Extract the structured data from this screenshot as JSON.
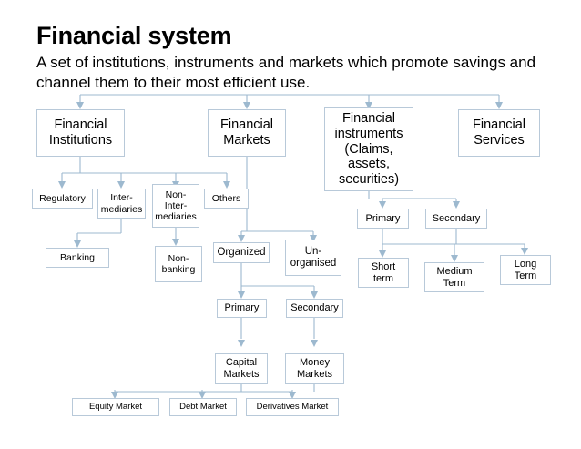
{
  "title": "Financial system",
  "subtitle": "A set of institutions, instruments and markets which promote savings and channel them to their most efficient use.",
  "nodes": {
    "financial_institutions": "Financial Institutions",
    "financial_markets": "Financial Markets",
    "financial_instruments": "Financial instruments (Claims, assets, securities)",
    "financial_services": "Financial Services",
    "regulatory": "Regulatory",
    "intermediaries": "Inter-mediaries",
    "non_intermediaries": "Non-Inter-mediaries",
    "others": "Others",
    "banking": "Banking",
    "non_banking": "Non-banking",
    "organized": "Organized",
    "unorganised": "Un-organised",
    "primary_market": "Primary",
    "secondary_market": "Secondary",
    "capital_markets": "Capital Markets",
    "money_markets": "Money Markets",
    "equity_market": "Equity Market",
    "debt_market": "Debt Market",
    "derivatives_market": "Derivatives Market",
    "primary_instrument": "Primary",
    "secondary_instrument": "Secondary",
    "short_term": "Short term",
    "medium_term": "Medium Term",
    "long_term": "Long Term"
  },
  "colors": {
    "connector": "#9db9cf",
    "node_border": "#b8c9d9",
    "text": "#000000",
    "background": "#ffffff"
  }
}
